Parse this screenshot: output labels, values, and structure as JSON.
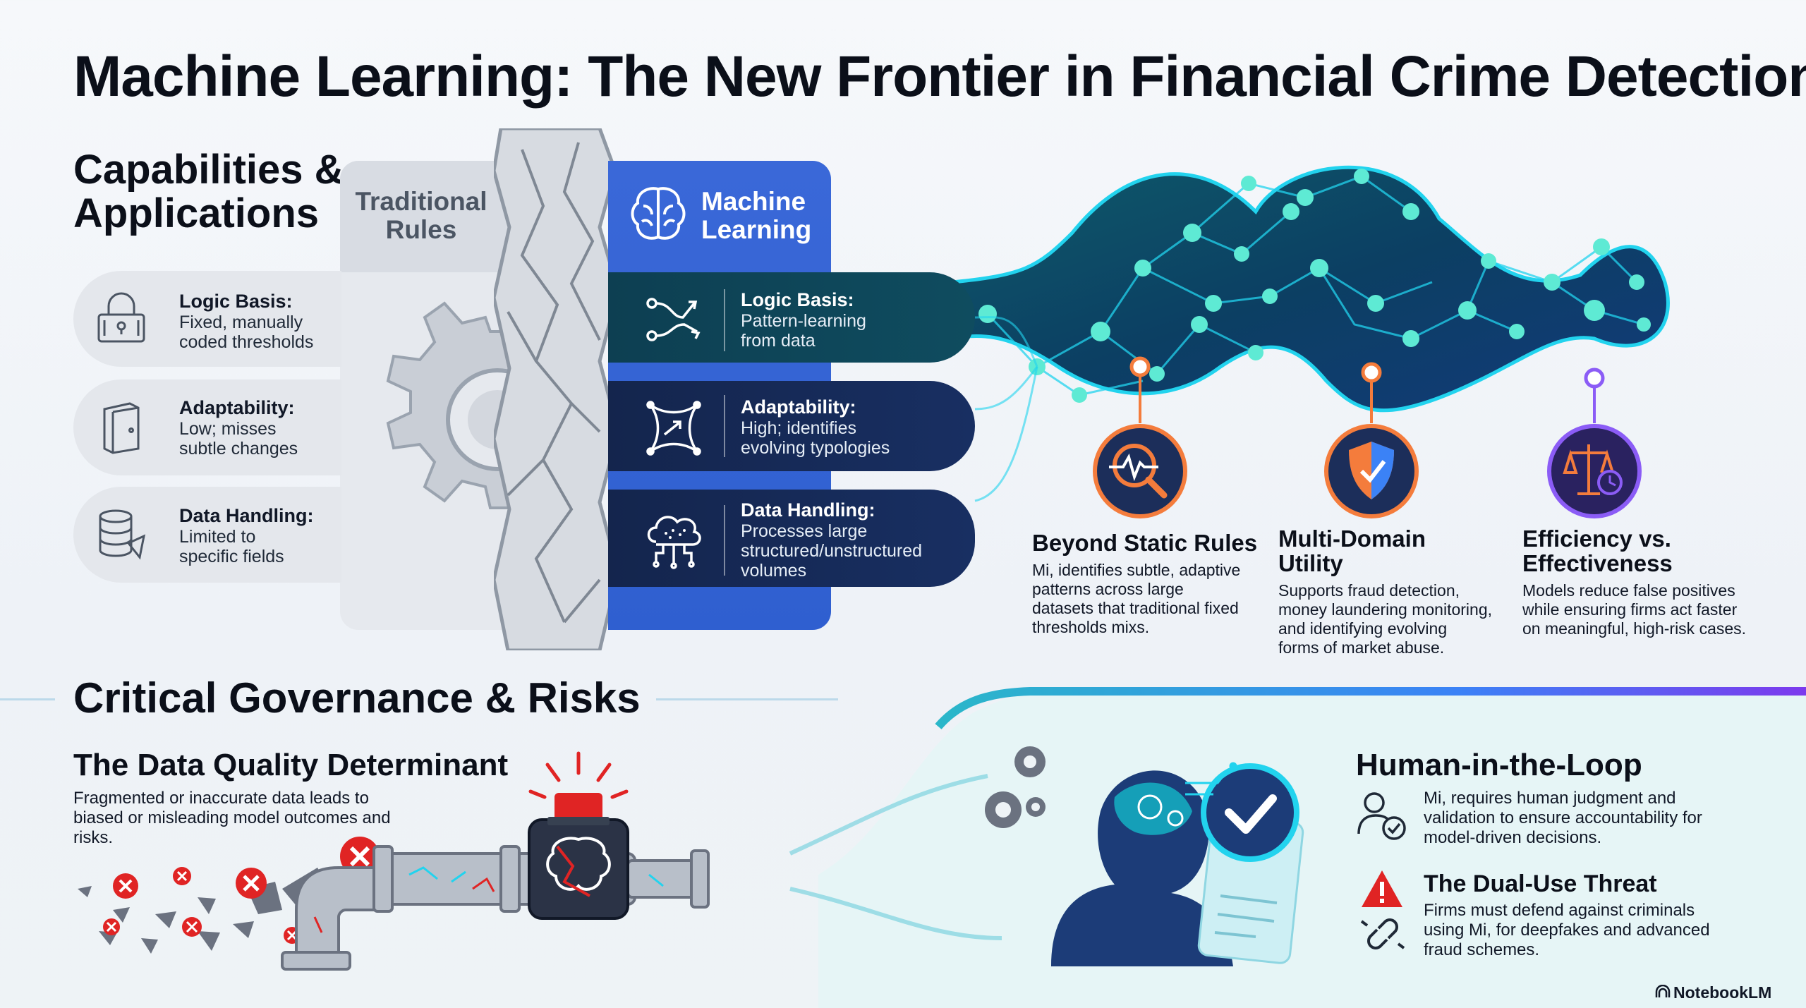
{
  "title": "Machine Learning: The New Frontier in Financial Crime Detection",
  "capabilities": {
    "heading_line1": "Capabilities &",
    "heading_line2": "Applications",
    "traditional": {
      "label_line1": "Traditional",
      "label_line2": "Rules",
      "rows": [
        {
          "heading": "Logic Basis:",
          "line1": "Fixed, manually",
          "line2": "coded thresholds",
          "icon": "padlock-icon"
        },
        {
          "heading": "Adaptability:",
          "line1": "Low; misses",
          "line2": "subtle changes",
          "icon": "door-icon"
        },
        {
          "heading": "Data Handling:",
          "line1": "Limited to",
          "line2": "specific fields",
          "icon": "database-icon"
        }
      ]
    },
    "machine_learning": {
      "label_line1": "Machine",
      "label_line2": "Learning",
      "rows": [
        {
          "heading": "Logic Basis:",
          "line1": "Pattern-learning",
          "line2": "from data",
          "line3": "",
          "icon": "pattern-arrows-icon"
        },
        {
          "heading": "Adaptability:",
          "line1": "High; identifies",
          "line2": "evolving typologies",
          "line3": "",
          "icon": "adaptive-shape-icon"
        },
        {
          "heading": "Data Handling:",
          "line1": "Processes large",
          "line2": "structured/unstructured",
          "line3": "volumes",
          "icon": "cloud-data-icon"
        }
      ]
    }
  },
  "features": [
    {
      "title_line1": "Beyond Static Rules",
      "title_line2": "",
      "lines": [
        "Mi, identifies subtle, adaptive",
        "patterns across large",
        "datasets that traditional fixed",
        "thresholds mixs."
      ],
      "icon": "magnifier-pulse-icon"
    },
    {
      "title_line1": "Multi-Domain",
      "title_line2": "Utility",
      "lines": [
        "Supports fraud detection,",
        "money laundering monitoring,",
        "and identifying evolving",
        "forms of market abuse."
      ],
      "icon": "shield-icon"
    },
    {
      "title_line1": "Efficiency vs.",
      "title_line2": "Effectiveness",
      "lines": [
        "Models reduce false positives",
        "while ensuring firms act faster",
        "on meaningful, high-risk cases."
      ],
      "icon": "scales-clock-icon"
    }
  ],
  "governance": {
    "heading": "Critical Governance & Risks",
    "data_quality": {
      "title": "The Data Quality Determinant",
      "text": "Fragmented or inaccurate data leads to biased or misleading model outcomes and risks."
    },
    "human_in_loop": {
      "title": "Human-in-the-Loop",
      "text": "Mi, requires human judgment and validation to ensure accountability for model-driven decisions."
    },
    "dual_use": {
      "title": "The Dual-Use Threat",
      "text": "Firms must defend against criminals using Mi, for deepfakes and advanced fraud schemes."
    }
  },
  "brand": "NotebookLM",
  "colors": {
    "ml_blue": "#3367d6",
    "teal": "#14b8c8",
    "navy": "#14254d",
    "orange": "#f47c3c",
    "purple": "#8b5cf6",
    "alert_red": "#e02424"
  }
}
